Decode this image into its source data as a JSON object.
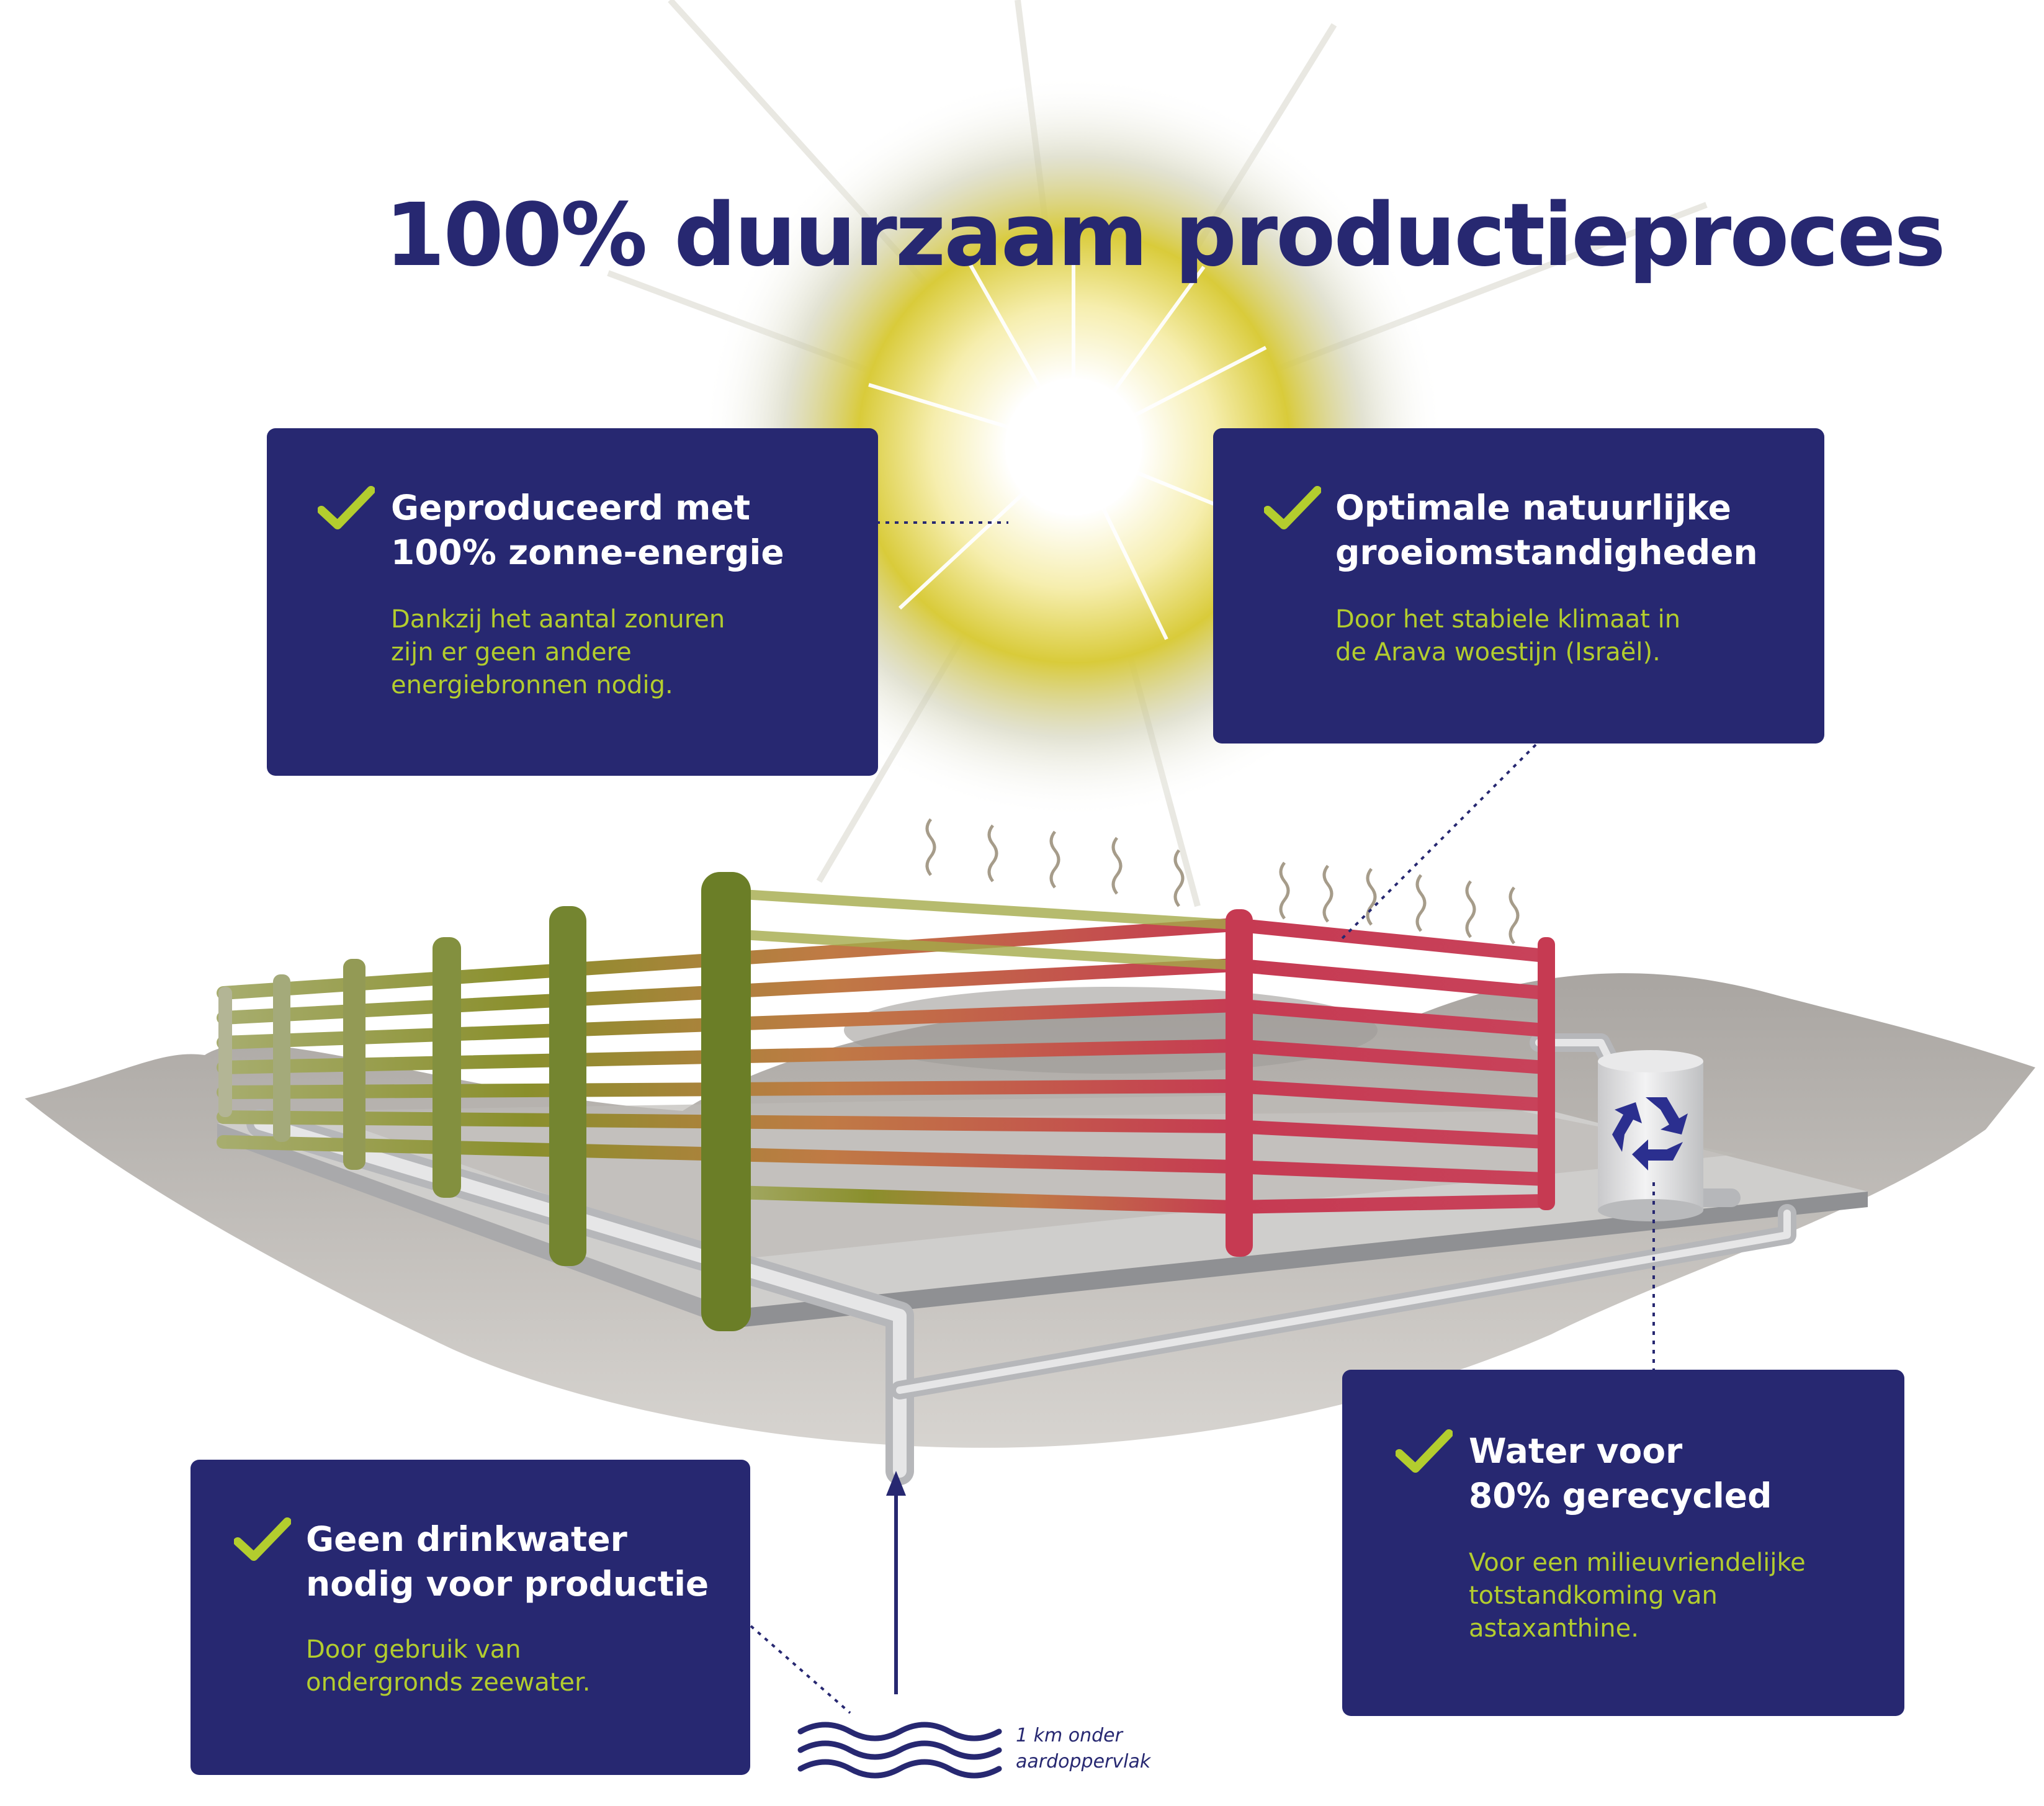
{
  "title": "100% duurzaam productieproces",
  "colors": {
    "navy": "#272871",
    "lime": "#b3cd2e",
    "sun_yellow": "#d9cb3a",
    "green_pole": "#6b7e27",
    "red_pole": "#c63a52",
    "ground": "#bdb9b4"
  },
  "cards": {
    "solar": {
      "heading": [
        "Geproduceerd met",
        "100% zonne-energie"
      ],
      "body": [
        "Dankzij  het aantal zonuren",
        "zijn er geen andere",
        "energiebronnen nodig."
      ]
    },
    "climate": {
      "heading": [
        "Optimale natuurlijke",
        "groeiomstandigheden"
      ],
      "body": [
        "Door het stabiele klimaat in",
        "de Arava woestijn (Israël)."
      ]
    },
    "drinkwater": {
      "heading": [
        "Geen drinkwater",
        "nodig voor productie"
      ],
      "body": [
        "Door gebruik van",
        "ondergronds zeewater."
      ]
    },
    "recycle": {
      "heading": [
        "Water voor",
        "80% gerecycled"
      ],
      "body": [
        "Voor een milieuvriendelijke",
        "totstandkoming van",
        "astaxanthine."
      ]
    }
  },
  "depth_label": [
    "1 km onder",
    "aardoppervlak"
  ],
  "icons": [
    "checkmark-icon",
    "recycle-icon",
    "up-arrow-icon",
    "water-waves-icon",
    "sun-icon",
    "heat-wave-icon"
  ]
}
